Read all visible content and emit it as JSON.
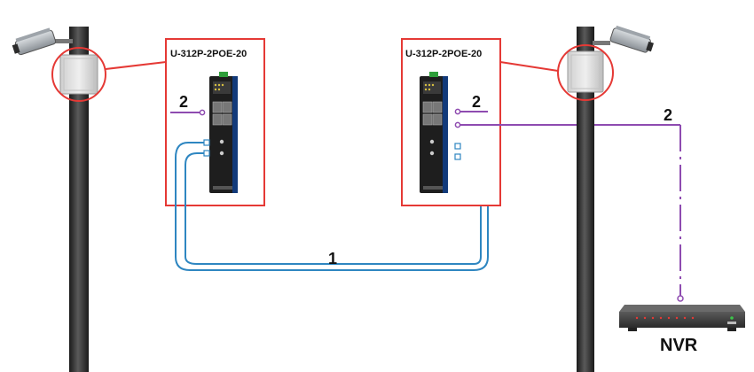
{
  "diagram": {
    "left_device": {
      "model": "U-312P-2POE-20",
      "label_number": "2"
    },
    "right_device": {
      "model": "U-312P-2POE-20",
      "label_number": "2"
    },
    "fiber_link": {
      "label_number": "1"
    },
    "nvr_link": {
      "label_number": "2"
    },
    "nvr": {
      "label": "NVR"
    },
    "colors": {
      "highlight_red": "#e53935",
      "fiber_blue": "#2e86c1",
      "cable_purple": "#8e4bb0",
      "pole_dark": "#333333",
      "device_dark": "#1e1e1e"
    },
    "icons": {
      "camera": "surveillance-camera-icon",
      "junction_box": "junction-box-icon",
      "switch": "industrial-switch-icon",
      "recorder": "nvr-icon"
    }
  }
}
